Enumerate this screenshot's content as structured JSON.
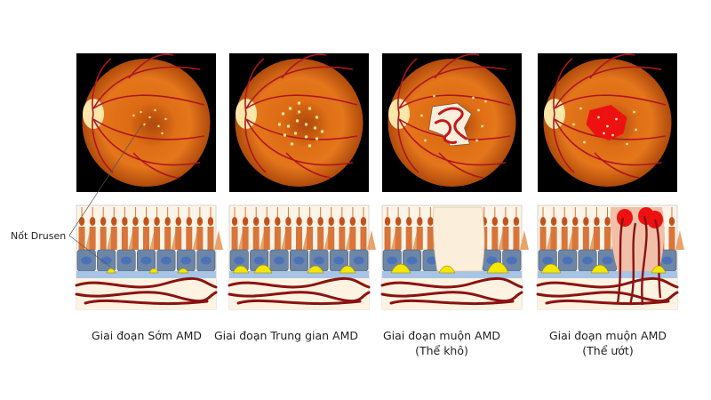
{
  "drusen_label": "Nốt Drusen",
  "stages": [
    {
      "caption_line1": "Giai đoạn Sớm AMD",
      "caption_line2": "",
      "fundus": "early-drusen",
      "histology": "small-drusen"
    },
    {
      "caption_line1": "Giai đoạn Trung gian AMD",
      "caption_line2": "",
      "fundus": "intermediate-drusen",
      "histology": "larger-drusen"
    },
    {
      "caption_line1": "Giai đoạn muộn AMD",
      "caption_line2": "(Thể khô)",
      "fundus": "geographic-atrophy",
      "histology": "atrophy"
    },
    {
      "caption_line1": "Giai đoạn muộn AMD",
      "caption_line2": "(Thể ướt)",
      "fundus": "neovascular-hemorrhage",
      "histology": "neovascularization"
    }
  ],
  "colors": {
    "fundus_bg": "#000000",
    "retina": "#e4761b",
    "retina_dark": "#b04a0c",
    "optic_disc": "#fde7a8",
    "vessel": "#b0161d",
    "drusen": "#f5e79a",
    "photoreceptor": "#d9753a",
    "rpe": "#6d86a6",
    "nucleus": "#4b72b8",
    "bruch": "#a8c4e4",
    "choroid_vessel": "#8a1212",
    "yellow_deposit": "#f3e600",
    "atrophy": "#fbeedb",
    "hemorrhage": "#ee1111"
  }
}
